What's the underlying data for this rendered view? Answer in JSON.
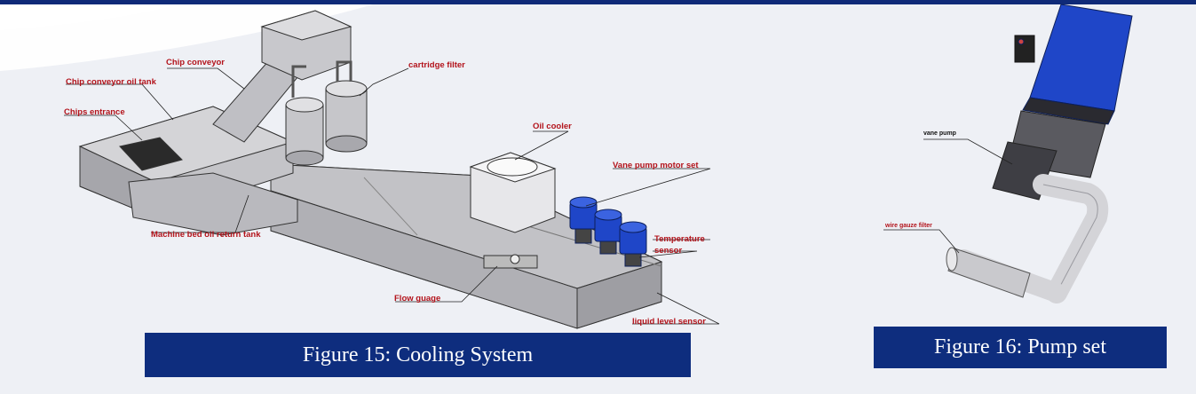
{
  "figure15": {
    "caption": "Figure 15: Cooling System",
    "labels": {
      "chip_conveyor": "Chip conveyor",
      "cartridge_filter": "cartridge filter",
      "chip_conveyor_oil_tank": "Chip conveyor oil tank",
      "chips_entrance": "Chips entrance",
      "oil_cooler": "Oil cooler",
      "vane_pump_motor_set": "Vane pump motor set",
      "temperature_sensor_1": "Temperature",
      "temperature_sensor_2": "sensor",
      "machine_bed_oil_return_tank": "Machine bed oil return tank",
      "flow_guage": "Flow guage",
      "liquid_level_sensor": "liquid level sensor"
    }
  },
  "figure16": {
    "caption": "Figure 16: Pump set",
    "labels": {
      "vane_pump": "vane pump",
      "wire_gauze_filter": "wire gauze filter"
    }
  },
  "colors": {
    "caption_bg": "#0e2d7e",
    "label_red": "#b3131b",
    "motor_blue": "#1f46c8",
    "tank_gray": "#c9c9cc"
  }
}
